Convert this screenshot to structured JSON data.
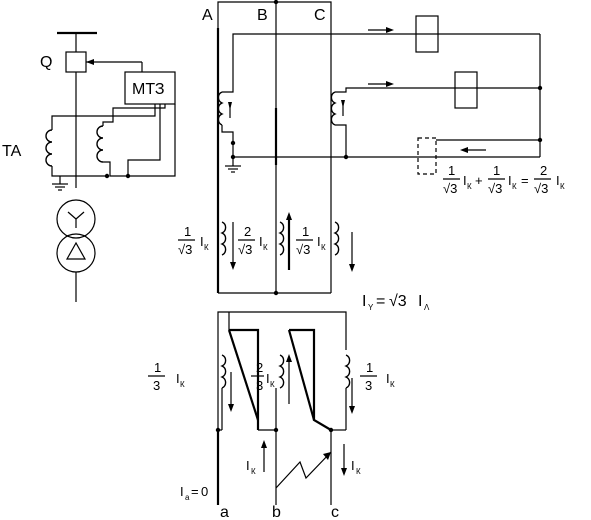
{
  "phases_upper": {
    "a": "A",
    "b": "B",
    "c": "C"
  },
  "phases_lower": {
    "a": "a",
    "b": "b",
    "c": "c"
  },
  "breaker_label": "Q",
  "relay_label": "МТЗ",
  "ta_label": "TA",
  "fraction": {
    "one": "1",
    "two": "2",
    "three": "3",
    "root3": "√3"
  },
  "symbols": {
    "I": "I",
    "k": "К",
    "plus": "+",
    "eq": "=",
    "zero": "0"
  },
  "sub": {
    "Y": "Y",
    "delta": "Λ",
    "a": "a"
  },
  "relation": {
    "eq": "=",
    "sqrt": "√3"
  }
}
